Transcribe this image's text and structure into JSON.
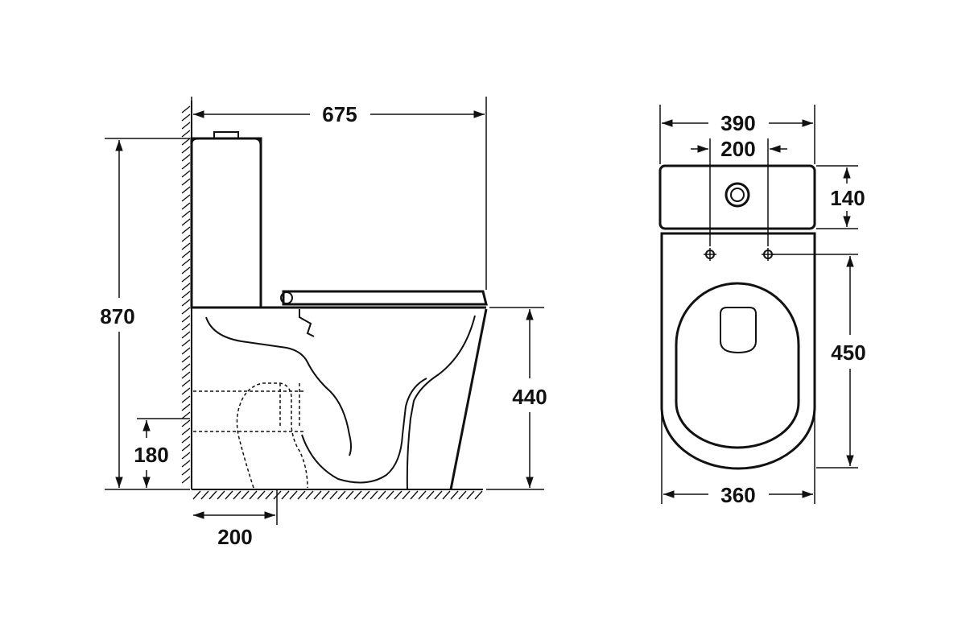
{
  "side_view": {
    "overall_depth": "675",
    "overall_height": "870",
    "seat_height": "440",
    "outlet_height": "180",
    "outlet_offset": "200"
  },
  "top_view": {
    "tank_width": "390",
    "fixing_spacing": "200",
    "tank_depth": "140",
    "bowl_length": "450",
    "bowl_width": "360"
  }
}
